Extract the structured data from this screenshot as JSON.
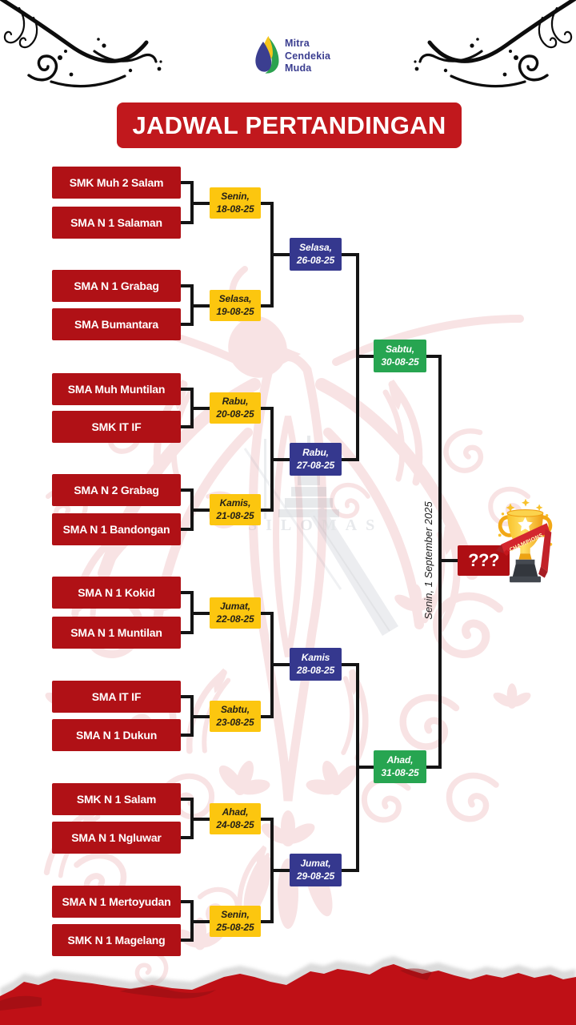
{
  "header": {
    "logo": {
      "line1": "Mitra",
      "line2": "Cendekia",
      "line3": "Muda"
    },
    "title": "JADWAL PERTANDINGAN"
  },
  "bracket": {
    "round1": [
      {
        "team_a": "SMK Muh 2 Salam",
        "team_b": "SMA N 1 Salaman",
        "day": "Senin,",
        "date": "18-08-25"
      },
      {
        "team_a": "SMA N 1 Grabag",
        "team_b": "SMA Bumantara",
        "day": "Selasa,",
        "date": "19-08-25"
      },
      {
        "team_a": "SMA Muh Muntilan",
        "team_b": "SMK IT IF",
        "day": "Rabu,",
        "date": "20-08-25"
      },
      {
        "team_a": "SMA N 2 Grabag",
        "team_b": "SMA N 1 Bandongan",
        "day": "Kamis,",
        "date": "21-08-25"
      },
      {
        "team_a": "SMA N 1 Kokid",
        "team_b": "SMA N 1 Muntilan",
        "day": "Jumat,",
        "date": "22-08-25"
      },
      {
        "team_a": "SMA IT IF",
        "team_b": "SMA N 1 Dukun",
        "day": "Sabtu,",
        "date": "23-08-25"
      },
      {
        "team_a": "SMK N 1 Salam",
        "team_b": "SMA N 1 Ngluwar",
        "day": "Ahad,",
        "date": "24-08-25"
      },
      {
        "team_a": "SMA N 1 Mertoyudan",
        "team_b": "SMK N 1 Magelang",
        "day": "Senin,",
        "date": "25-08-25"
      }
    ],
    "quarter_finals": [
      {
        "day": "Selasa,",
        "date": "26-08-25"
      },
      {
        "day": "Rabu,",
        "date": "27-08-25"
      },
      {
        "day": "Kamis",
        "date": "28-08-25"
      },
      {
        "day": "Jumat,",
        "date": "29-08-25"
      }
    ],
    "semi_finals": [
      {
        "day": "Sabtu,",
        "date": "30-08-25"
      },
      {
        "day": "Ahad,",
        "date": "31-08-25"
      }
    ],
    "final": {
      "placeholder": "???",
      "date": "Senin, 1 September 2025"
    }
  },
  "trophy": {
    "ribbon_text": "CHAMPIONS"
  },
  "watermark": {
    "text": "SILOMAS"
  },
  "colors": {
    "banner_red": "#c1181d",
    "team_red": "#b01116",
    "final_red": "#ae0e13",
    "yellow": "#fcc60f",
    "navy": "#35388e",
    "green": "#27a551",
    "logo_navy": "#3b3e90",
    "line_black": "#141414",
    "torn_red": "#bf1016",
    "watermark_red": "#c2141c"
  }
}
